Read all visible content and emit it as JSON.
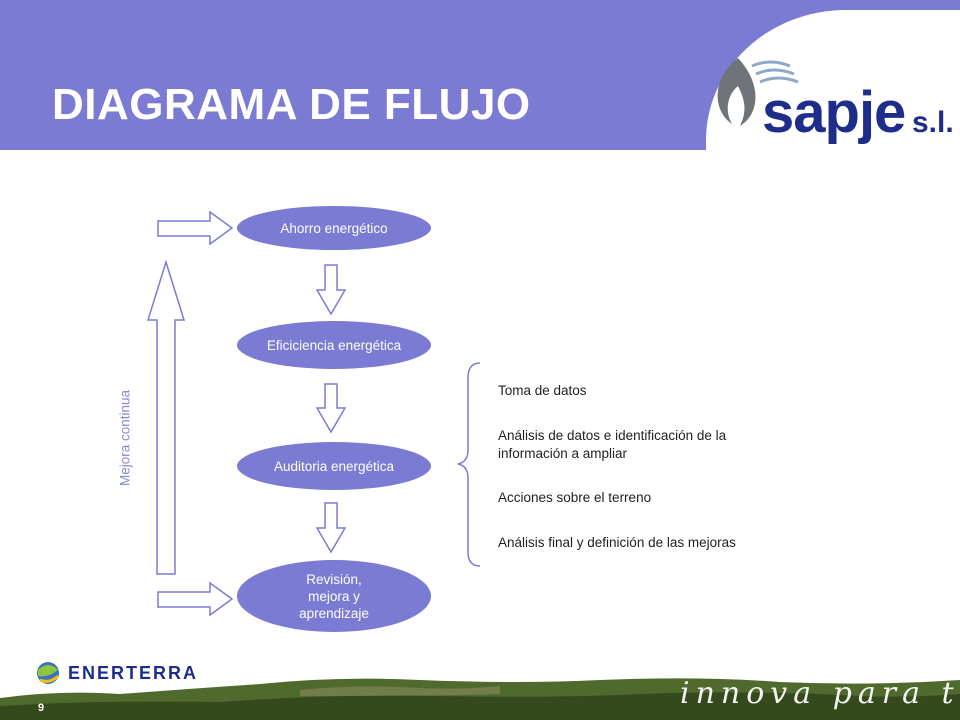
{
  "header": {
    "title": "DIAGRAMA DE FLUJO",
    "logo_text": "sapje",
    "logo_suffix": "s.l.",
    "logo_color": "#1f2d8a",
    "band_color": "#7b7bd3"
  },
  "flow": {
    "nodes": [
      {
        "label": "Ahorro energético"
      },
      {
        "label": "Eficiciencia energética"
      },
      {
        "label": "Auditoria energética"
      },
      {
        "label": "Revisión, mejora y aprendizaje"
      }
    ],
    "loop_label": "Mejora continua",
    "node_color": "#7b7bd3"
  },
  "steps": [
    "Toma de datos",
    "Análisis de datos e identificación de la información a ampliar",
    "Acciones sobre el terreno",
    "Análisis final y definición de las mejoras"
  ],
  "footer": {
    "company": "ENERTERRA",
    "slogan": "innova para ti",
    "page_number": "9"
  }
}
